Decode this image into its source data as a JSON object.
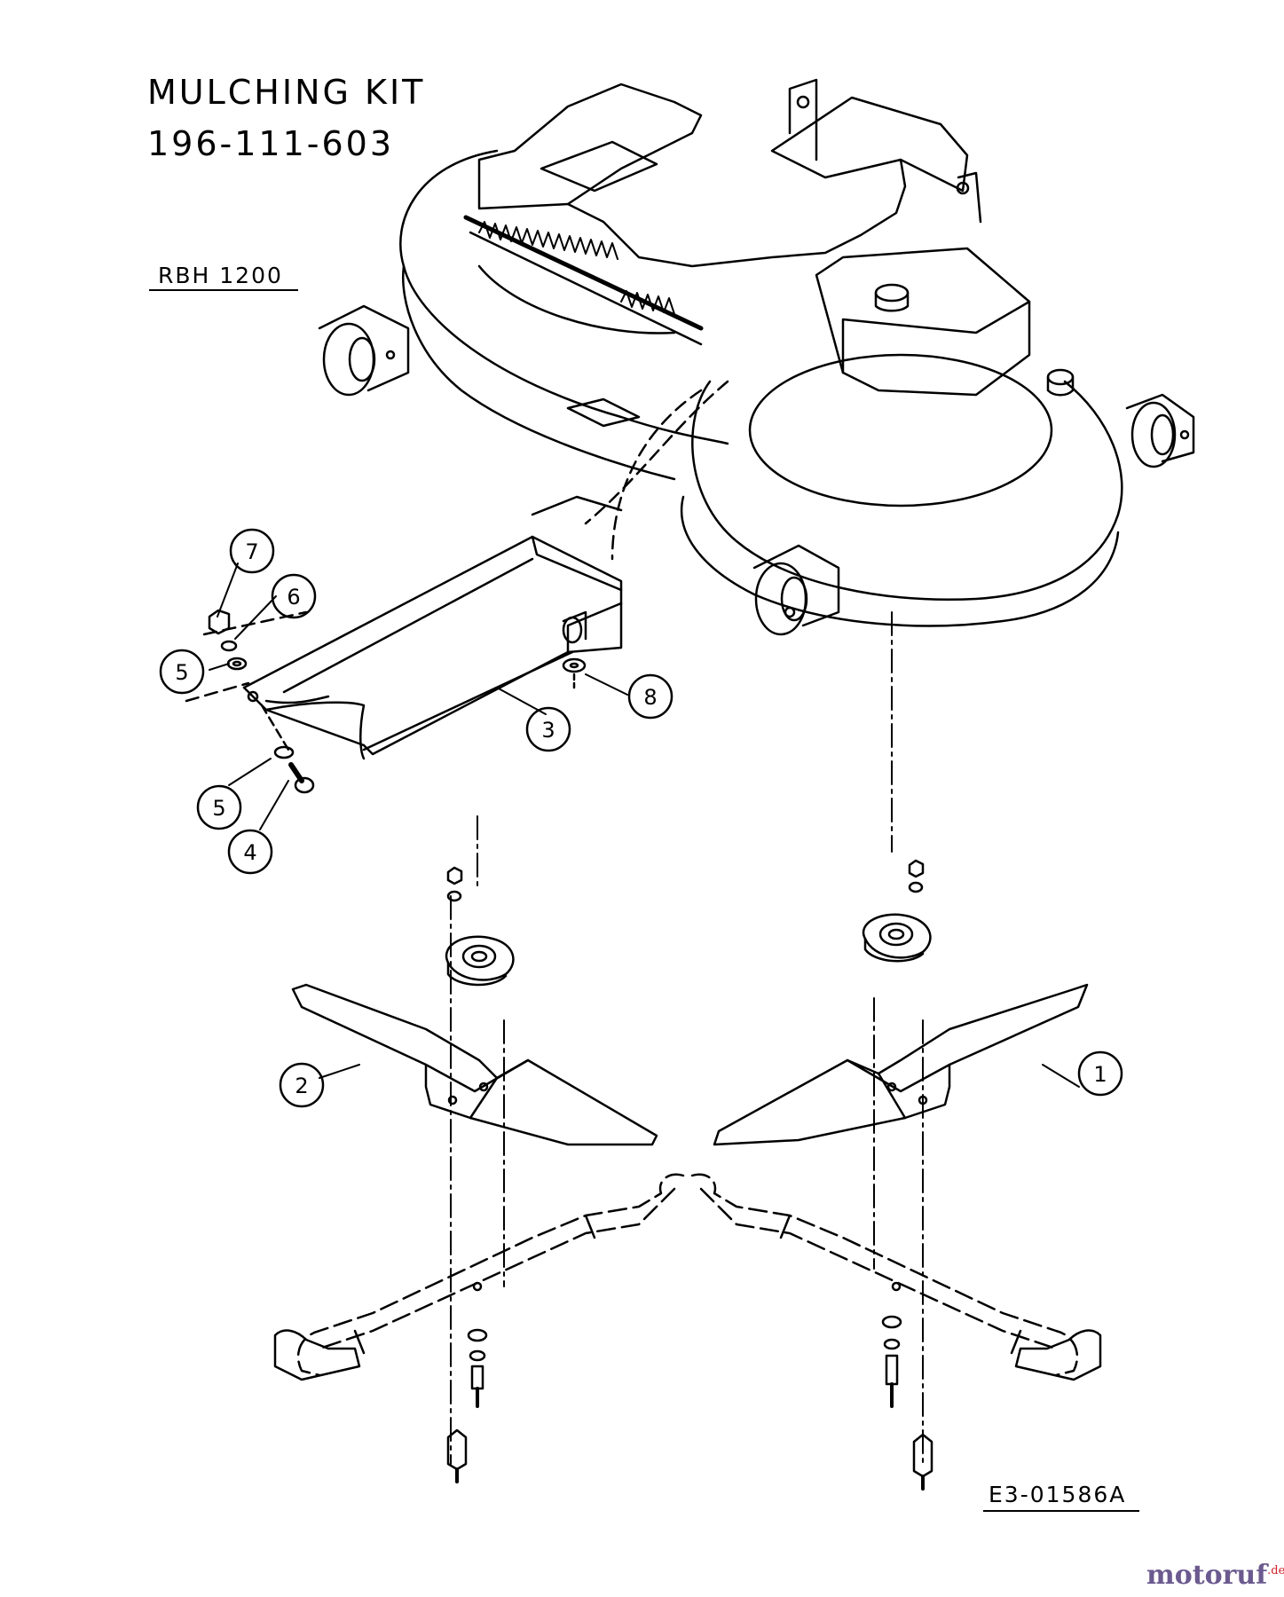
{
  "header": {
    "title": "MULCHING KIT",
    "part_number": "196-111-603",
    "model": "RBH 1200"
  },
  "figure_code": "E3-01586A",
  "watermark": {
    "brand": "motoruf",
    "tld": ".de",
    "color_main": "#6b5a8f",
    "color_accent": "#d0202a"
  },
  "callouts": [
    {
      "number": "1",
      "target": "right-mulching-blade"
    },
    {
      "number": "2",
      "target": "left-mulching-blade"
    },
    {
      "number": "3",
      "target": "deflector-chute"
    },
    {
      "number": "4",
      "target": "bolt"
    },
    {
      "number": "5",
      "target": "washer"
    },
    {
      "number": "5",
      "target": "washer"
    },
    {
      "number": "6",
      "target": "lock-washer"
    },
    {
      "number": "7",
      "target": "nut"
    },
    {
      "number": "8",
      "target": "washer"
    }
  ]
}
